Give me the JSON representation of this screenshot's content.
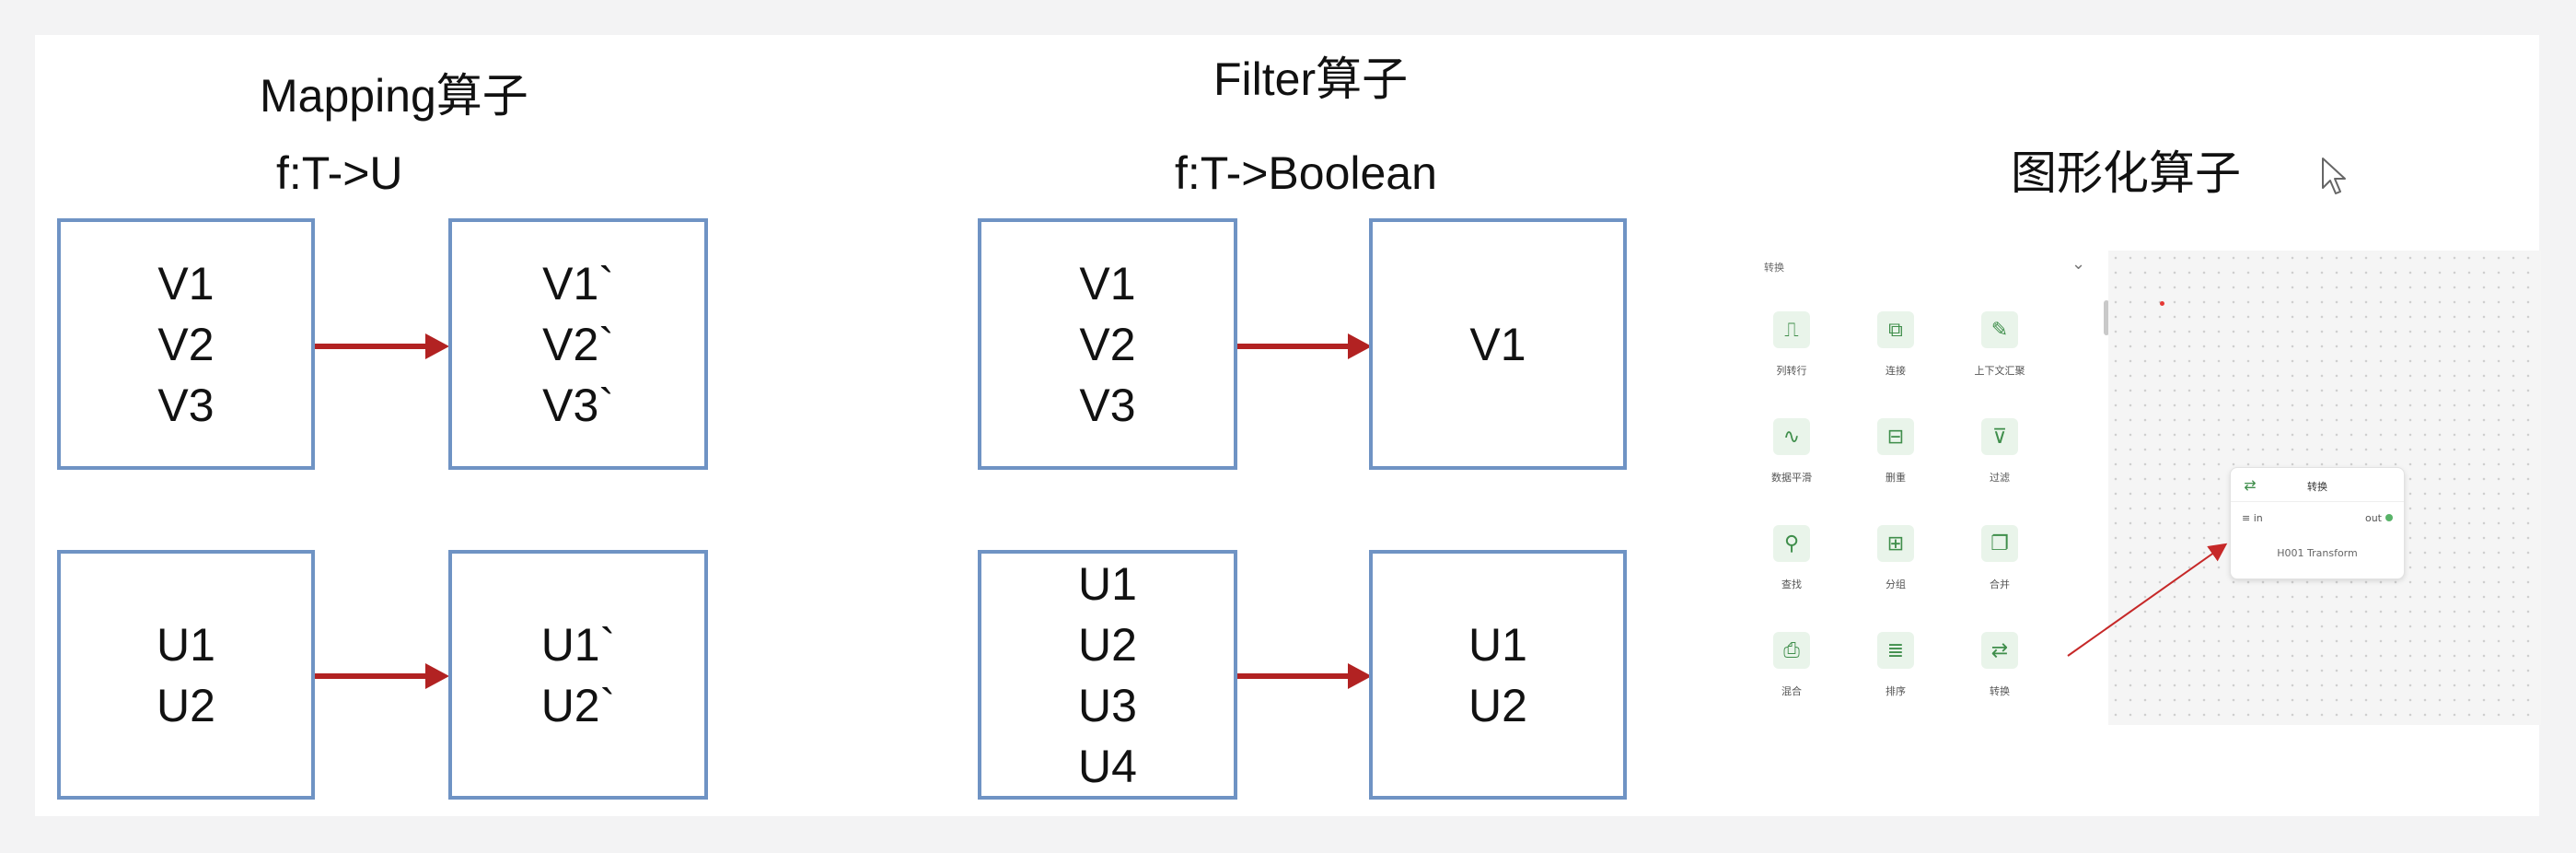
{
  "mapping": {
    "title": "Mapping算子",
    "signature": "f:T->U",
    "row1": {
      "input": [
        "V1",
        "V2",
        "V3"
      ],
      "output": [
        "V1`",
        "V2`",
        "V3`"
      ]
    },
    "row2": {
      "input": [
        "U1",
        "U2"
      ],
      "output": [
        "U1`",
        "U2`"
      ]
    }
  },
  "filter": {
    "title": "Filter算子",
    "signature": "f:T->Boolean",
    "row1": {
      "input": [
        "V1",
        "V2",
        "V3"
      ],
      "output": [
        "V1"
      ]
    },
    "row2": {
      "input": [
        "U1",
        "U2",
        "U3",
        "U4"
      ],
      "output": [
        "U1",
        "U2"
      ]
    }
  },
  "graphical": {
    "title": "图形化算子",
    "panel_title": "转换",
    "tools": [
      {
        "label": "列转行",
        "icon": "column-to-row-icon",
        "glyph": "⎍"
      },
      {
        "label": "连接",
        "icon": "join-icon",
        "glyph": "⧉"
      },
      {
        "label": "上下文汇聚",
        "icon": "context-aggregate-icon",
        "glyph": "✎"
      },
      {
        "label": "数据平滑",
        "icon": "data-smoothing-icon",
        "glyph": "∿"
      },
      {
        "label": "删重",
        "icon": "dedupe-icon",
        "glyph": "⊟"
      },
      {
        "label": "过滤",
        "icon": "filter-icon",
        "glyph": "⊽"
      },
      {
        "label": "查找",
        "icon": "lookup-icon",
        "glyph": "⚲"
      },
      {
        "label": "分组",
        "icon": "group-icon",
        "glyph": "⊞"
      },
      {
        "label": "合并",
        "icon": "merge-icon",
        "glyph": "❐"
      },
      {
        "label": "混合",
        "icon": "mix-icon",
        "glyph": "⎙"
      },
      {
        "label": "排序",
        "icon": "sort-icon",
        "glyph": "≣"
      },
      {
        "label": "转换",
        "icon": "transform-icon",
        "glyph": "⇄"
      }
    ],
    "node": {
      "title": "转换",
      "port_in": "in",
      "port_out": "out",
      "subtitle": "H001 Transform"
    }
  },
  "colors": {
    "box_border": "#6f93c4",
    "arrow": "#b22222",
    "accent_green": "#3f8e4b"
  }
}
